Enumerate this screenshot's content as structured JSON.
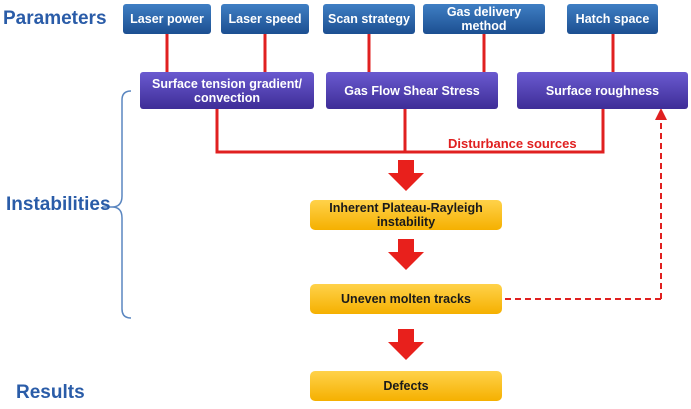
{
  "sections": {
    "parameters": "Parameters",
    "instabilities": "Instabilities",
    "results": "Results"
  },
  "parameters": [
    "Laser power",
    "Laser speed",
    "Scan strategy",
    "Gas delivery method",
    "Hatch space"
  ],
  "mechanisms": [
    "Surface tension gradient/\nconvection",
    "Gas Flow Shear Stress",
    "Surface roughness"
  ],
  "disturbance_label": "Disturbance sources",
  "stages": {
    "instability": "Inherent Plateau-Rayleigh instability",
    "tracks": "Uneven molten tracks",
    "defects": "Defects"
  },
  "colors": {
    "section_text": "#2a5ca8",
    "parameter_box": "#1c4f91",
    "mechanism_box": "#3e2d97",
    "stage_box": "#f5b000",
    "connector": "#e02020"
  }
}
